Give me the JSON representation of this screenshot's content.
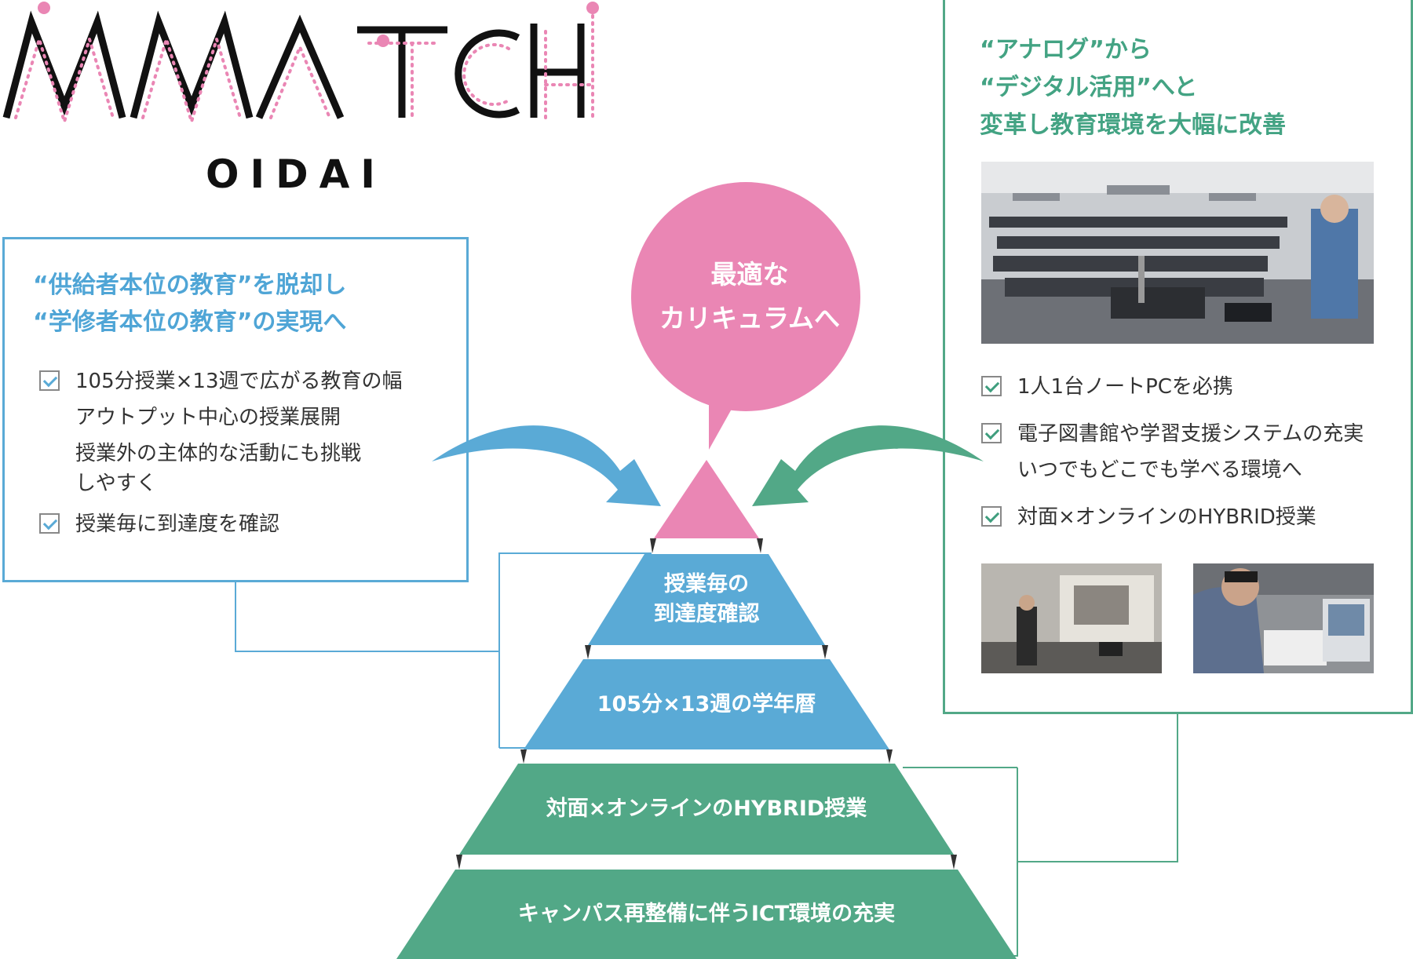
{
  "logo": {
    "title": "MATCH",
    "subtitle": "OIDAI"
  },
  "left_box": {
    "title_lines": [
      "“供給者本位の教育”を脱却し",
      "“学修者本位の教育”の実現へ"
    ],
    "items": [
      {
        "text": "105分授業×13週で広がる教育の幅",
        "checked": true
      },
      {
        "text": "アウトプット中心の授業展開",
        "checked": false
      },
      {
        "text": "授業外の主体的な活動にも挑戦",
        "checked": false
      },
      {
        "text": "しやすく",
        "checked": false
      },
      {
        "text": "授業毎に到達度を確認",
        "checked": true
      }
    ]
  },
  "right_box": {
    "title_lines": [
      "“アナログ”から",
      "“デジタル活用”へと",
      "変革し教育環境を大幅に改善"
    ],
    "items": [
      {
        "text": "1人1台ノートPCを必携",
        "checked": true
      },
      {
        "text": "電子図書館や学習支援システムの充実",
        "checked": true
      },
      {
        "text": "いつでもどこでも学べる環境へ",
        "checked": false
      },
      {
        "text": "対面×オンラインのHYBRID授業",
        "checked": true
      }
    ]
  },
  "bubble": {
    "lines": [
      "最適な",
      "カリキュラムへ"
    ]
  },
  "pyramid": {
    "tiers": [
      {
        "lines": [
          "授業毎の",
          "到達度確認"
        ]
      },
      {
        "lines": [
          "105分×13週の学年暦"
        ]
      },
      {
        "lines": [
          "対面×オンラインのHYBRID授業"
        ]
      },
      {
        "lines": [
          "キャンパス再整備に伴うICT環境の充実"
        ]
      }
    ]
  },
  "colors": {
    "blue": "#5aaad6",
    "green": "#52a887",
    "pink": "#ea86b4",
    "check_border": "#888888",
    "text": "#333333"
  },
  "icons": [
    "checkbox-icon",
    "curved-arrow-icon",
    "classroom-photo"
  ]
}
